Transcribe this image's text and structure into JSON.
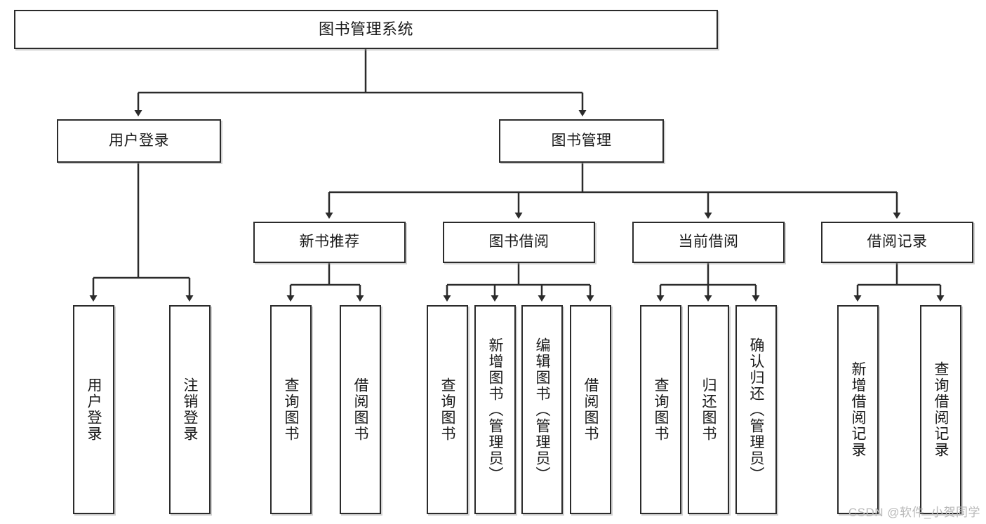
{
  "diagram": {
    "title": "图书管理系统",
    "watermark": "CSDN @软件_小贺同学",
    "line_color": "#2b2b2b",
    "box_fill": "#ffffff",
    "text_color": "#1a1a1a",
    "watermark_color": "#b9b9b9"
  },
  "nodes": {
    "root": {
      "label": "图书管理系统",
      "level": 1
    },
    "l2": [
      {
        "id": "user-login",
        "label": "用户登录",
        "level": 2
      },
      {
        "id": "book-manage",
        "label": "图书管理",
        "level": 2
      }
    ],
    "l3": [
      {
        "id": "new-book-rec",
        "label": "新书推荐",
        "level": 3
      },
      {
        "id": "book-borrow",
        "label": "图书借阅",
        "level": 3
      },
      {
        "id": "current-borrow",
        "label": "当前借阅",
        "level": 3
      },
      {
        "id": "borrow-record",
        "label": "借阅记录",
        "level": 3
      }
    ],
    "leaves": [
      {
        "id": "leaf-user-login",
        "label": "用户登录",
        "parent": "user-login"
      },
      {
        "id": "leaf-logout",
        "label": "注销登录",
        "parent": "user-login"
      },
      {
        "id": "leaf-query-book-1",
        "label": "查询图书",
        "parent": "new-book-rec"
      },
      {
        "id": "leaf-borrow-book-1",
        "label": "借阅图书",
        "parent": "new-book-rec"
      },
      {
        "id": "leaf-query-book-2",
        "label": "查询图书",
        "parent": "book-borrow"
      },
      {
        "id": "leaf-add-book",
        "label": "新增图书（管理员）",
        "parent": "book-borrow"
      },
      {
        "id": "leaf-edit-book",
        "label": "编辑图书（管理员）",
        "parent": "book-borrow"
      },
      {
        "id": "leaf-borrow-book-2",
        "label": "借阅图书",
        "parent": "book-borrow"
      },
      {
        "id": "leaf-query-book-3",
        "label": "查询图书",
        "parent": "current-borrow"
      },
      {
        "id": "leaf-return-book",
        "label": "归还图书",
        "parent": "current-borrow"
      },
      {
        "id": "leaf-confirm-return",
        "label": "确认归还（管理员）",
        "parent": "current-borrow"
      },
      {
        "id": "leaf-add-record",
        "label": "新增借阅记录",
        "parent": "borrow-record"
      },
      {
        "id": "leaf-query-record",
        "label": "查询借阅记录",
        "parent": "borrow-record"
      }
    ]
  }
}
